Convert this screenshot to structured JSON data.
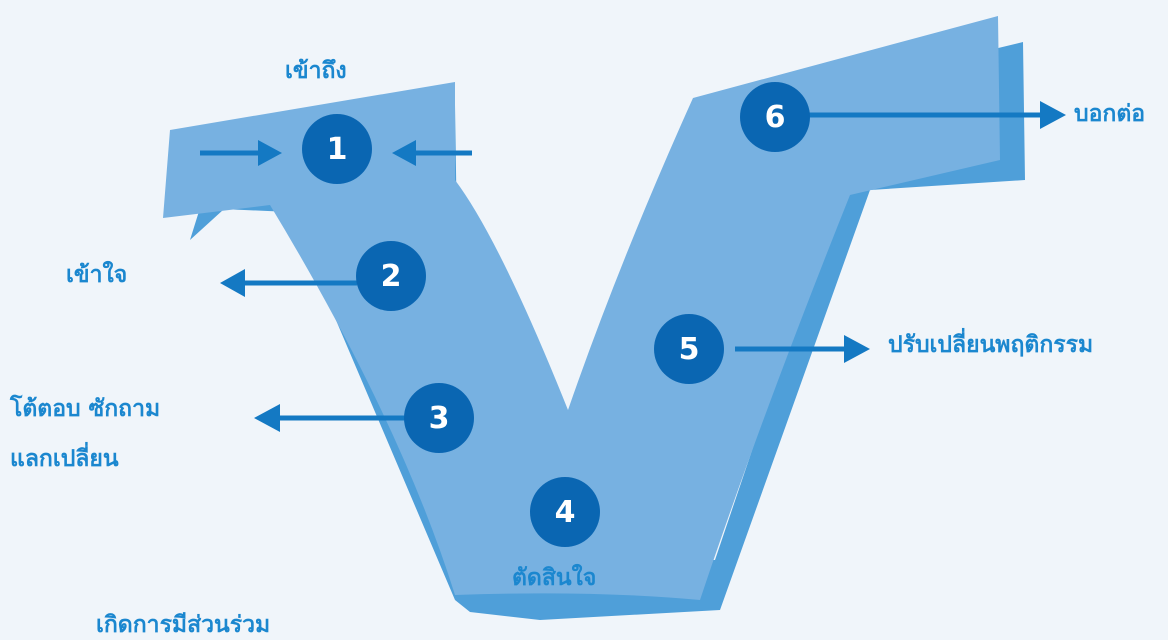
{
  "colors": {
    "background": "#f0f5fa",
    "v_face": "#77b1e1",
    "v_side": "#4f9fd9",
    "circle": "#0a66b2",
    "arrow": "#1479c3",
    "label": "#1b87cf"
  },
  "steps": [
    {
      "number": "1",
      "label": "เข้าถึง"
    },
    {
      "number": "2",
      "label": "เข้าใจ"
    },
    {
      "number": "3",
      "label": "โต้ตอบ ซักถาม",
      "label2": "แลกเปลี่ยน"
    },
    {
      "number": "4",
      "label": "ตัดสินใจ"
    },
    {
      "number": "5",
      "label": "ปรับเปลี่ยนพฤติกรรม"
    },
    {
      "number": "6",
      "label": "บอกต่อ"
    }
  ],
  "footer_text": "เกิดการมีส่วนร่วม"
}
